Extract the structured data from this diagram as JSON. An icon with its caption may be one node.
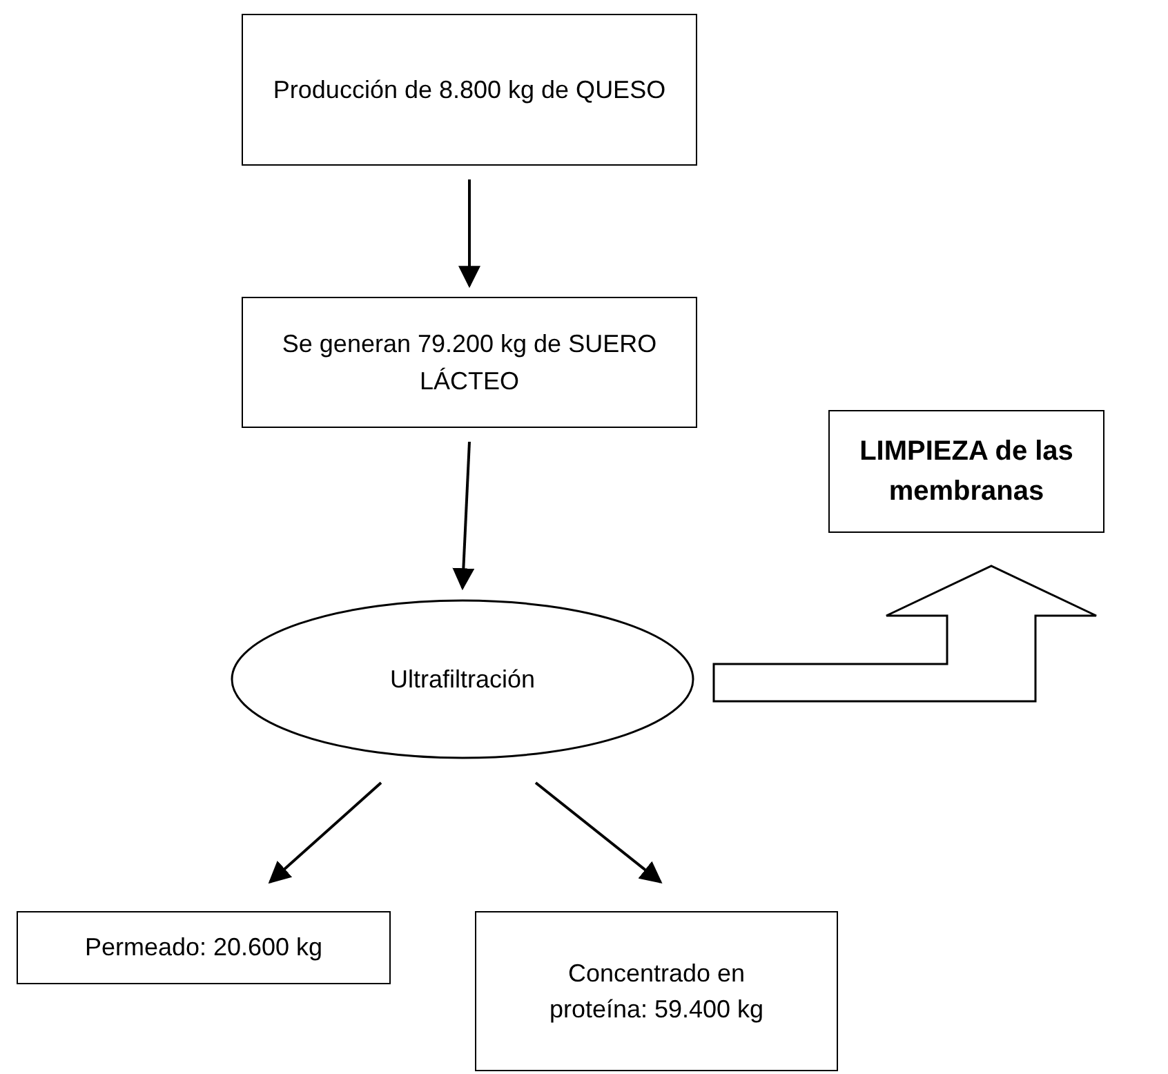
{
  "diagram": {
    "nodes": [
      {
        "text": [
          "Producción de 8.800 kg de QUESO"
        ]
      },
      {
        "text": [
          "Se generan 79.200 kg de SUERO LÁCTEO"
        ]
      },
      {
        "text": [
          "Ultrafiltración"
        ]
      },
      {
        "text": [
          "LIMPIEZA de las membranas"
        ]
      },
      {
        "text": [
          "Permeado: 20.600 kg"
        ]
      },
      {
        "text": [
          "Concentrado en proteína: 59.400 kg"
        ]
      }
    ],
    "edges": [
      {
        "from": 0,
        "to": 1,
        "arrow": "to"
      },
      {
        "from": 1,
        "to": 2,
        "arrow": "to"
      },
      {
        "from": 2,
        "to": 3,
        "arrow": "to",
        "style": "thick"
      },
      {
        "from": 2,
        "to": 4,
        "arrow": "to"
      },
      {
        "from": 2,
        "to": 5,
        "arrow": "to"
      }
    ]
  }
}
